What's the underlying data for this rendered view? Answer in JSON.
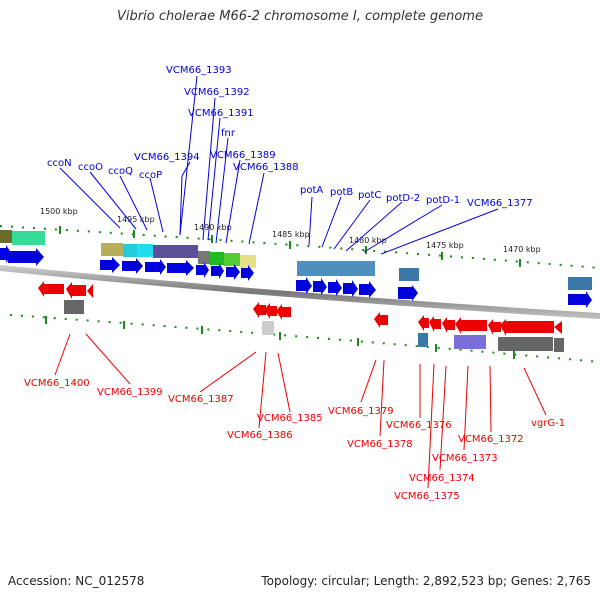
{
  "title": "Vibrio cholerae M66-2 chromosome I, complete genome",
  "footer": {
    "accession": "Accession: NC_012578",
    "summary": "Topology: circular; Length: 2,892,523 bp; Genes: 2,765"
  },
  "colors": {
    "forward": "#0000dd",
    "reverse": "#ee0000",
    "backbone": "#888888",
    "tick": "#1a8a1a"
  },
  "ruler_labels": [
    "1500 kbp",
    "1495 kbp",
    "1490 kbp",
    "1485 kbp",
    "1480 kbp",
    "1475 kbp",
    "1470 kbp"
  ],
  "top_labels": [
    "VCM66_1393",
    "VCM66_1392",
    "VCM66_1391",
    "fnr",
    "VCM66_1389",
    "VCM66_1394",
    "VCM66_1388",
    "ccoN",
    "ccoO",
    "ccoQ",
    "ccoP",
    "potA",
    "potB",
    "potC",
    "potD-2",
    "potD-1",
    "VCM66_1377"
  ],
  "bottom_labels": [
    "VCM66_1400",
    "VCM66_1399",
    "VCM66_1387",
    "VCM66_1385",
    "VCM66_1386",
    "VCM66_1379",
    "VCM66_1378",
    "VCM66_1376",
    "VCM66_1374",
    "VCM66_1375",
    "VCM66_1373",
    "VCM66_1372",
    "vgrG-1"
  ]
}
